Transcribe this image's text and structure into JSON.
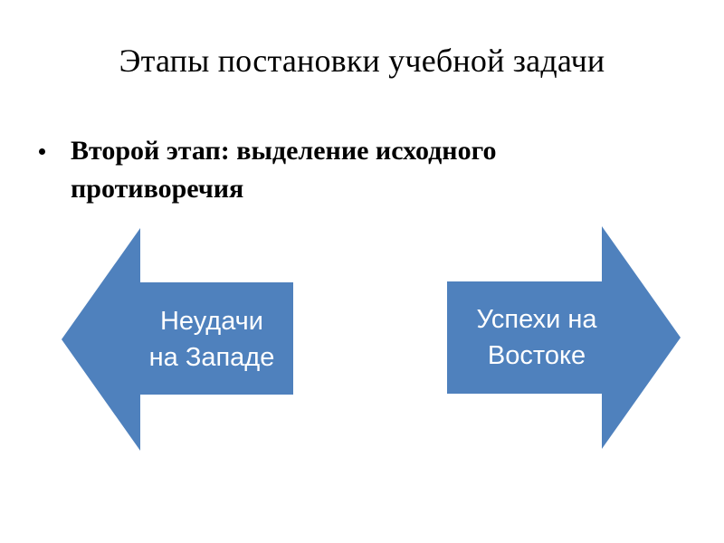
{
  "slide": {
    "title": "Этапы постановки учебной задачи",
    "background_color": "#FFFFFF",
    "text_color": "#000000"
  },
  "body": {
    "bullets": [
      {
        "marker": "bullet-dot",
        "text": "Второй этап: выделение исходного противоречия"
      }
    ]
  },
  "diagram": {
    "accent_color": "#4F81BD",
    "label_color": "#FFFFFF",
    "shapes": [
      {
        "name": "arrow-left",
        "direction": "left",
        "fill": "#4F81BD",
        "label_lines": [
          "Неудачи",
          "на Западе"
        ],
        "label": "Неудачи на Западе"
      },
      {
        "name": "arrow-right",
        "direction": "right",
        "fill": "#4F81BD",
        "label_lines": [
          "Успехи на",
          "Востоке"
        ],
        "label": "Успехи на Востоке"
      }
    ]
  }
}
